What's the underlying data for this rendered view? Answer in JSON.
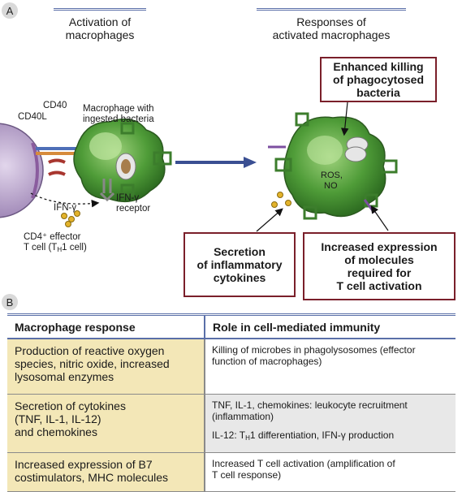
{
  "panel_a": {
    "letter": "A",
    "header_left": [
      "Activation of",
      "macrophages"
    ],
    "header_right": [
      "Responses of",
      "activated macrophages"
    ],
    "labels": {
      "cd40": "CD40",
      "cd40l": "CD40L",
      "macrophage": [
        "Macrophage with",
        "ingested bacteria"
      ],
      "ifn_g": "IFN-γ",
      "ifn_g_receptor": [
        "IFN-γ",
        "receptor"
      ],
      "cd4_cell": [
        "CD4⁺ effector",
        "T cell (T",
        "H",
        "1 cell)"
      ],
      "ros": "ROS,",
      "no": "NO"
    },
    "boxes": {
      "killing": [
        "Enhanced killing",
        "of phagocytosed",
        "bacteria"
      ],
      "secretion": [
        "Secretion",
        "of inflammatory",
        "cytokines"
      ],
      "expression": [
        "Increased expression",
        "of molecules",
        "required for",
        "T cell activation"
      ]
    }
  },
  "panel_b": {
    "letter": "B",
    "columns": [
      "Macrophage response",
      "Role in cell-mediated immunity"
    ],
    "rows": [
      {
        "response": [
          "Production of reactive oxygen",
          "species, nitric oxide, increased",
          "lysosomal enzymes"
        ],
        "role": [
          "Killing of microbes in phagolysosomes (effector",
          "function of macrophages)"
        ]
      },
      {
        "response": [
          "Secretion of cytokines",
          "(TNF, IL-1, IL-12)",
          "and chemokines"
        ],
        "role": [
          "TNF, IL-1, chemokines: leukocyte recruitment",
          "(inflammation)"
        ],
        "role_extra": {
          "pre": "IL-12: T",
          "sub": "H",
          "post": "1 differentiation, IFN-γ production"
        }
      },
      {
        "response": [
          "Increased expression of B7",
          "costimulators, MHC molecules"
        ],
        "role": [
          "Increased T cell activation (amplification of",
          "T cell response)"
        ]
      }
    ]
  },
  "colors": {
    "macrophage_green": "#3f8a2f",
    "t_cell_purple": "#b7a2c8",
    "box_border": "#7a1f2a",
    "header_rule": "#5a6fa8",
    "table_highlight": "#f3e7b7"
  }
}
